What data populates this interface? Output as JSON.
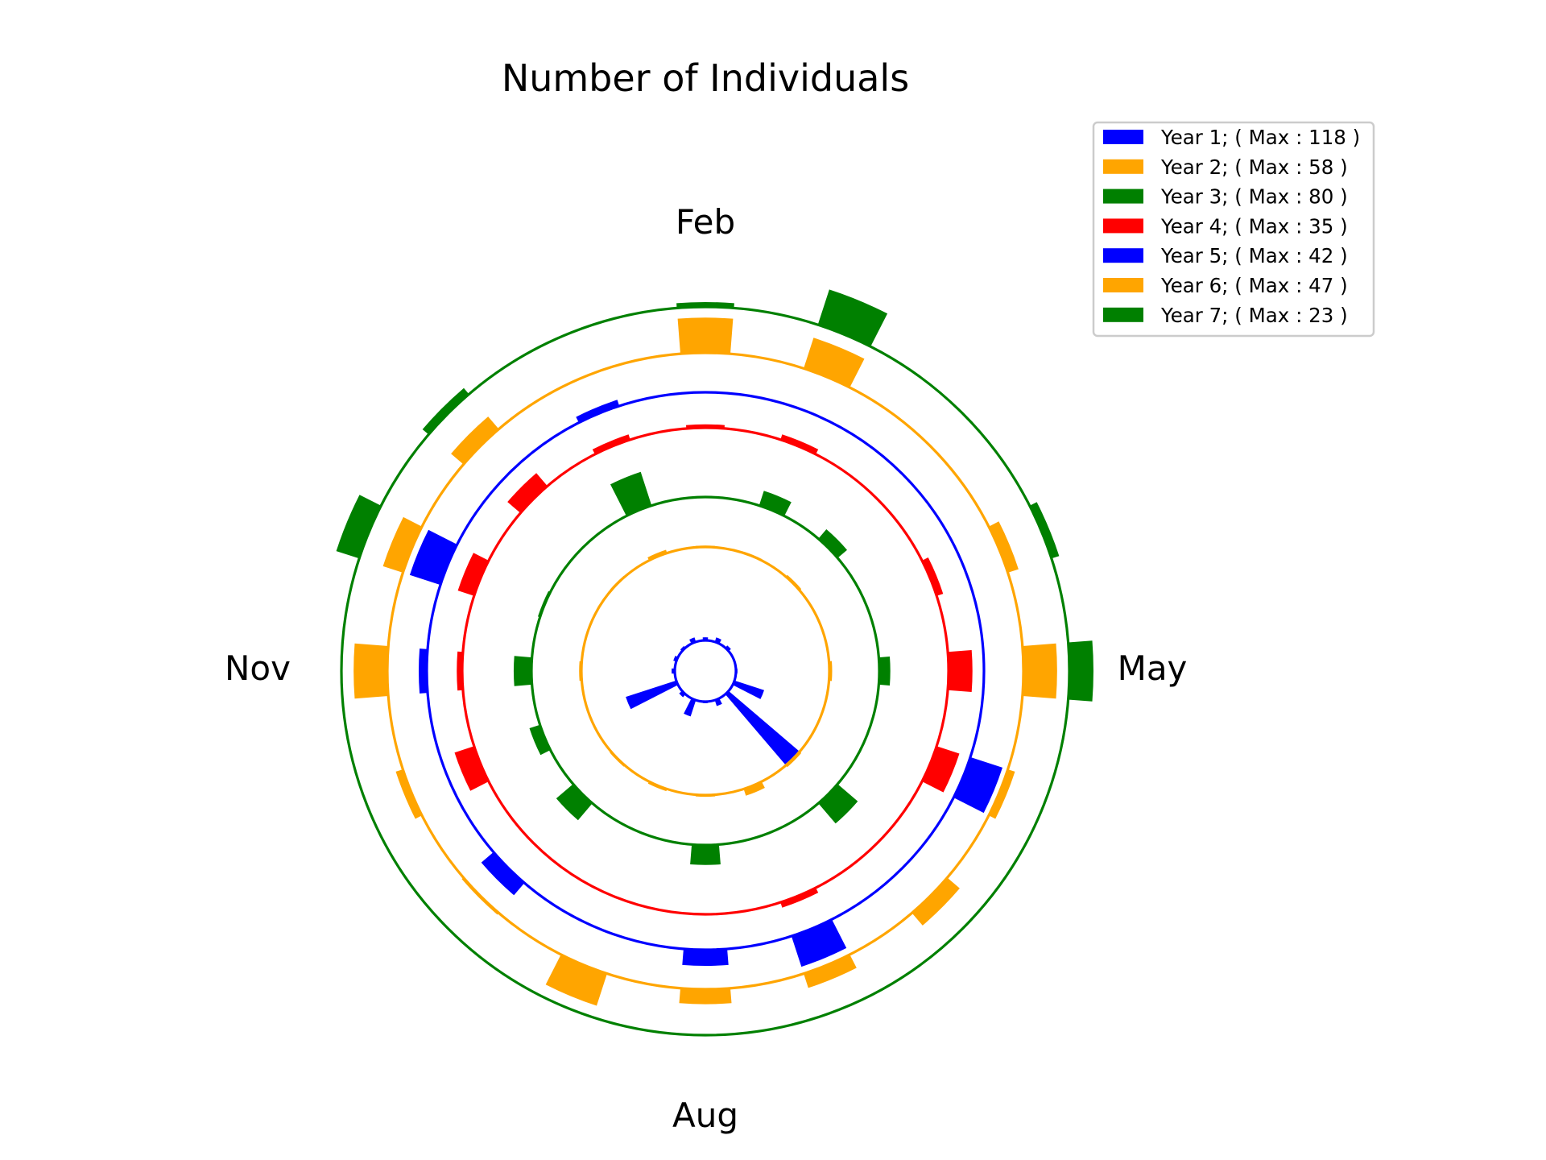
{
  "chart_data": {
    "type": "radial-bar",
    "title": "Number of Individuals",
    "month_labels": [
      "Feb",
      "May",
      "Aug",
      "Nov"
    ],
    "legend_position": "top-right",
    "series": [
      {
        "name": "Year 1; ( Max : 118 )",
        "color": "#0000ff",
        "values": [
          4,
          6,
          4,
          0,
          2,
          40,
          118,
          8,
          2,
          22,
          5,
          68,
          4,
          4,
          3,
          6
        ]
      },
      {
        "name": "Year 2; ( Max : 58 )",
        "color": "#ffa500",
        "values": [
          5,
          5,
          8,
          3,
          10,
          0,
          8,
          25,
          6,
          8,
          6,
          3,
          8,
          3,
          5,
          12
        ]
      },
      {
        "name": "Year 3; ( Max : 80 )",
        "color": "#008000",
        "values": [
          0,
          35,
          28,
          0,
          25,
          0,
          60,
          0,
          45,
          0,
          50,
          25,
          40,
          5,
          0,
          80
        ]
      },
      {
        "name": "Year 4; ( Max : 35 )",
        "color": "#ff0000",
        "values": [
          5,
          8,
          0,
          10,
          35,
          35,
          0,
          8,
          0,
          0,
          0,
          30,
          8,
          25,
          25,
          8
        ]
      },
      {
        "name": "Year 5; ( Max : 42 )",
        "color": "#0000ff",
        "values": [
          0,
          0,
          0,
          0,
          0,
          42,
          0,
          40,
          20,
          0,
          20,
          0,
          10,
          40,
          0,
          8
        ]
      },
      {
        "name": "Year 6; ( Max : 47 )",
        "color": "#ffa500",
        "values": [
          47,
          43,
          0,
          15,
          45,
          10,
          22,
          20,
          20,
          45,
          3,
          10,
          45,
          28,
          22,
          0
        ]
      },
      {
        "name": "Year 7; ( Max : 23 )",
        "color": "#008000",
        "values": [
          3,
          23,
          0,
          5,
          15,
          0,
          0,
          0,
          0,
          0,
          0,
          0,
          0,
          15,
          5,
          0
        ]
      }
    ]
  }
}
